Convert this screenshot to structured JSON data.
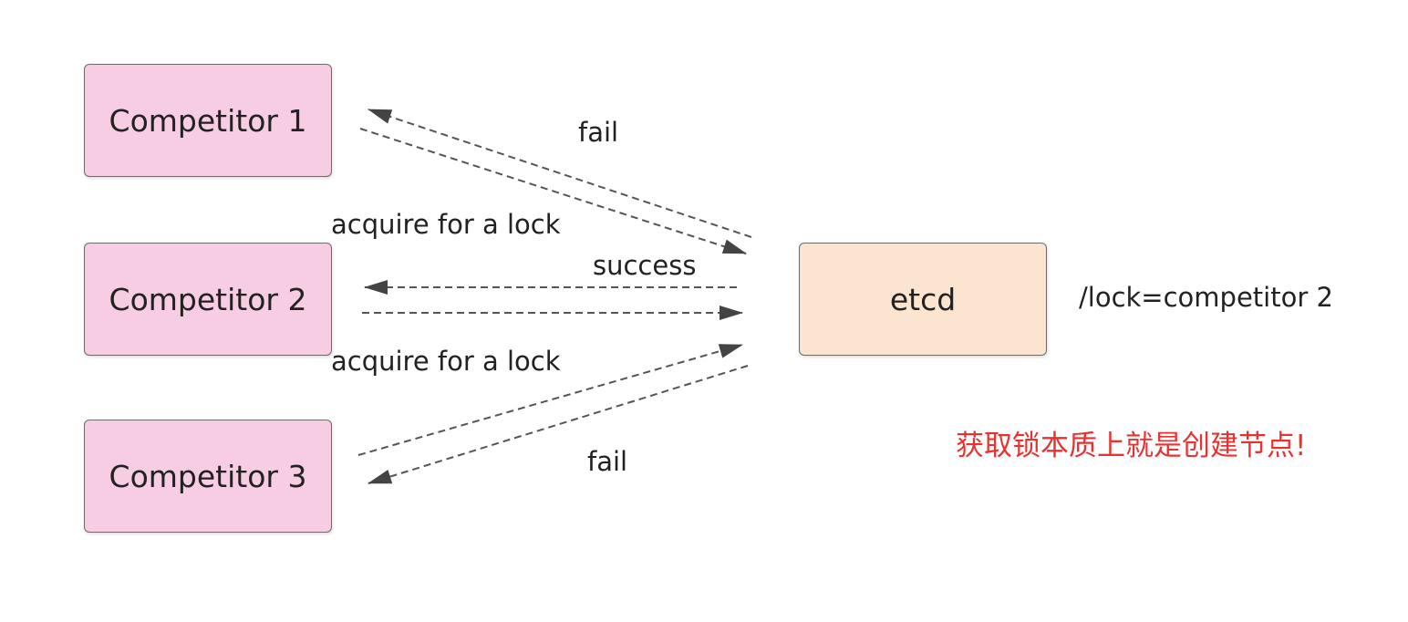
{
  "nodes": {
    "competitor_1": "Competitor 1",
    "competitor_2": "Competitor 2",
    "competitor_3": "Competitor 3",
    "etcd": "etcd"
  },
  "edges": {
    "fail_1": "fail",
    "acquire_1": "acquire for a lock",
    "success": "success",
    "acquire_2": "acquire for a lock",
    "fail_2": "fail"
  },
  "annotations": {
    "lock_key": "/lock=competitor 2",
    "note": "获取锁本质上就是创建节点!"
  },
  "colors": {
    "competitor_fill": "#f7cde3",
    "etcd_fill": "#fbe5d0",
    "note_text": "#e8322f",
    "arrow": "#555555"
  }
}
